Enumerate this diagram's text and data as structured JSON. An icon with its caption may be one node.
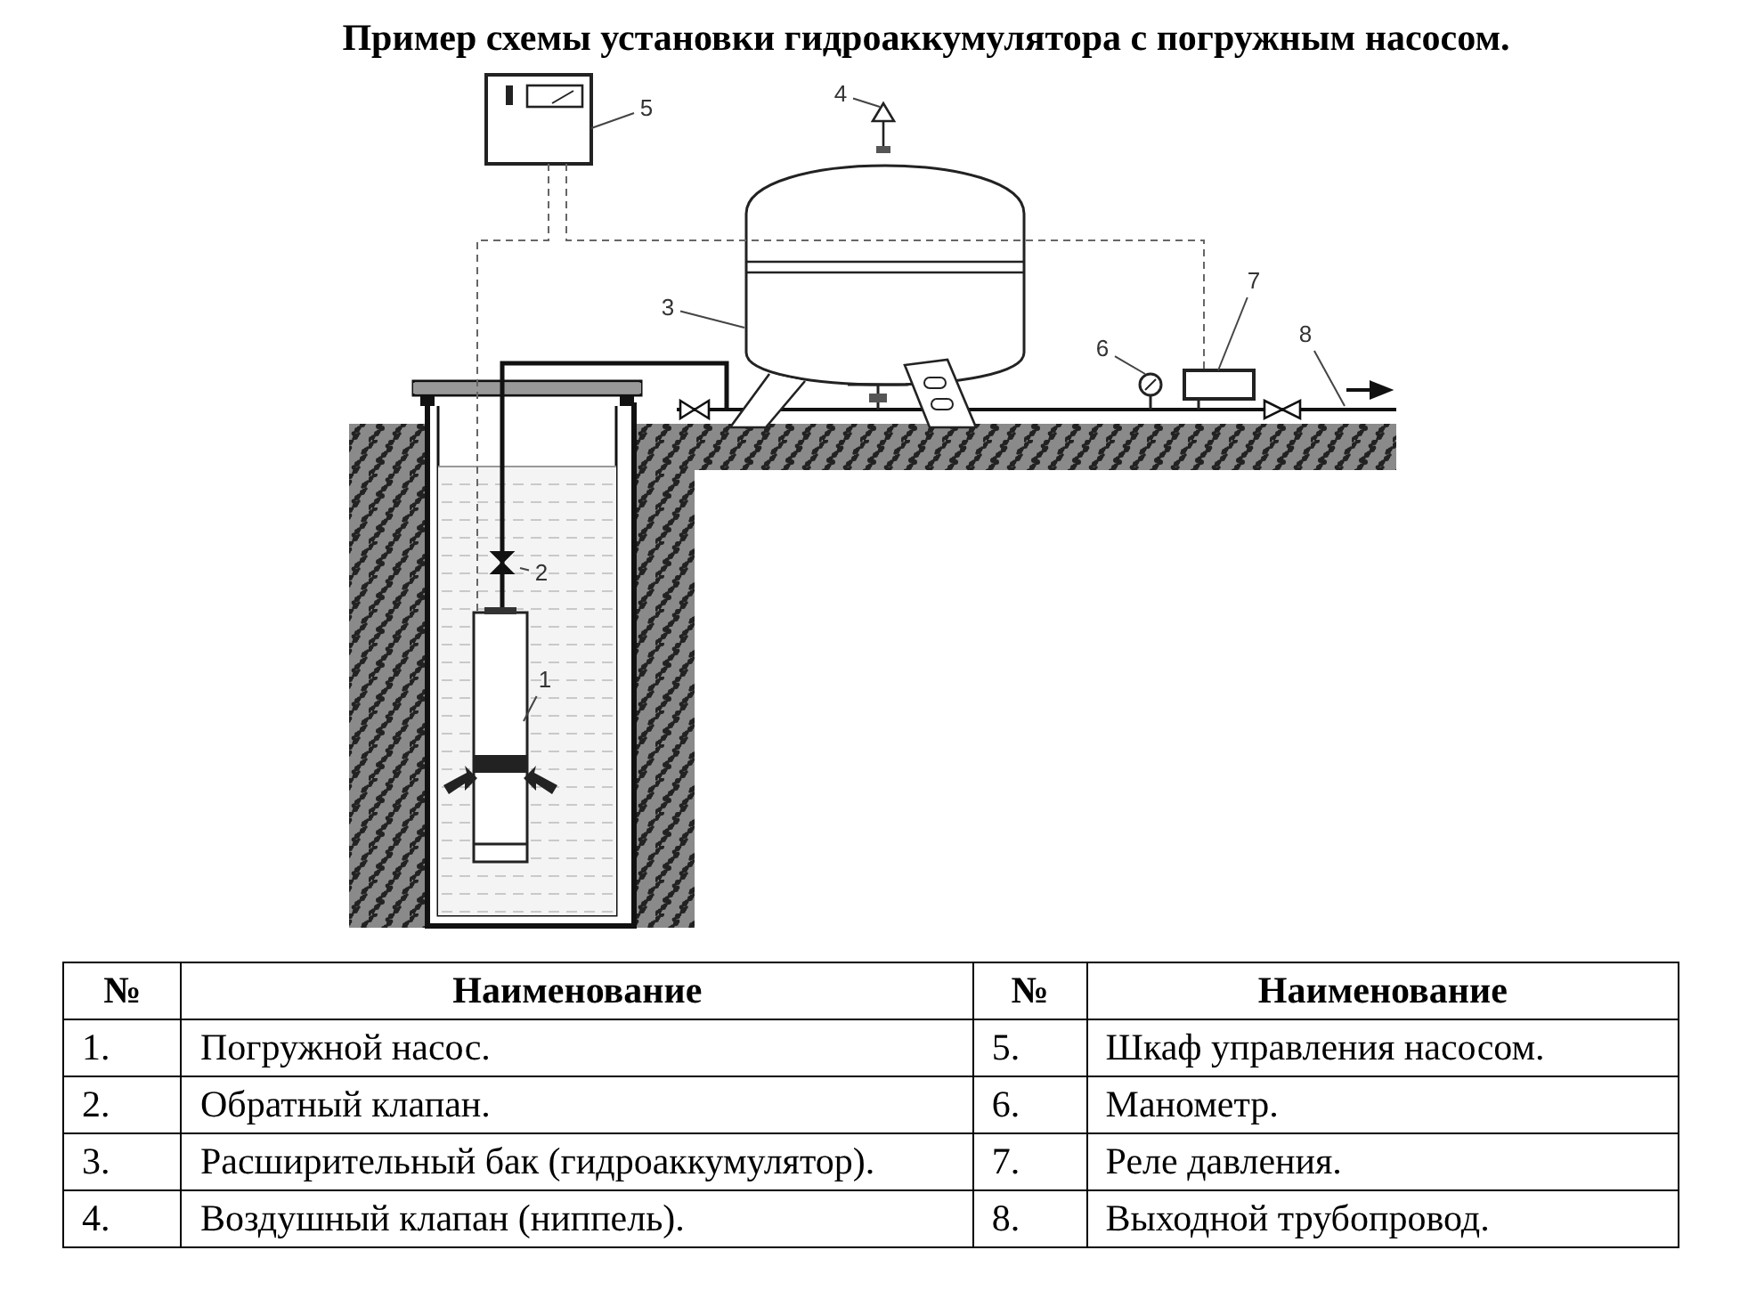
{
  "diagram": {
    "title": "Пример схемы установки гидроаккумулятора с погружным насосом.",
    "nodes": [
      {
        "text": [
          "4"
        ]
      },
      {
        "text": [
          "5"
        ]
      },
      {
        "text": [
          "7"
        ]
      },
      {
        "text": [
          "3"
        ]
      },
      {
        "text": [
          "8"
        ]
      },
      {
        "text": [
          "6"
        ]
      },
      {
        "text": [
          "2"
        ]
      },
      {
        "text": [
          "1"
        ]
      }
    ],
    "edges": [
      {
        "from": 0,
        "to": null,
        "arrow": "none"
      },
      {
        "from": 1,
        "to": null,
        "arrow": "none"
      },
      {
        "from": 2,
        "to": null,
        "arrow": "none"
      },
      {
        "from": 3,
        "to": null,
        "arrow": "none"
      },
      {
        "from": 4,
        "to": null,
        "arrow": "none"
      },
      {
        "from": 5,
        "to": null,
        "arrow": "none"
      },
      {
        "from": 6,
        "to": null,
        "arrow": "none"
      },
      {
        "from": 7,
        "to": null,
        "arrow": "none"
      }
    ],
    "labels": [
      "№",
      "Наименование",
      "№",
      "Наименование",
      "1.",
      "Погружной насос.",
      "5.",
      "Шкаф управления насосом.",
      "2.",
      "Обратный клапан.",
      "6.",
      "Манометр.",
      "3.",
      "Расширительный бак (гидроаккумулятор).",
      "7.",
      "Реле давления.",
      "4.",
      "Воздушный клапан (ниппель).",
      "8.",
      "Выходной трубопровод."
    ]
  }
}
